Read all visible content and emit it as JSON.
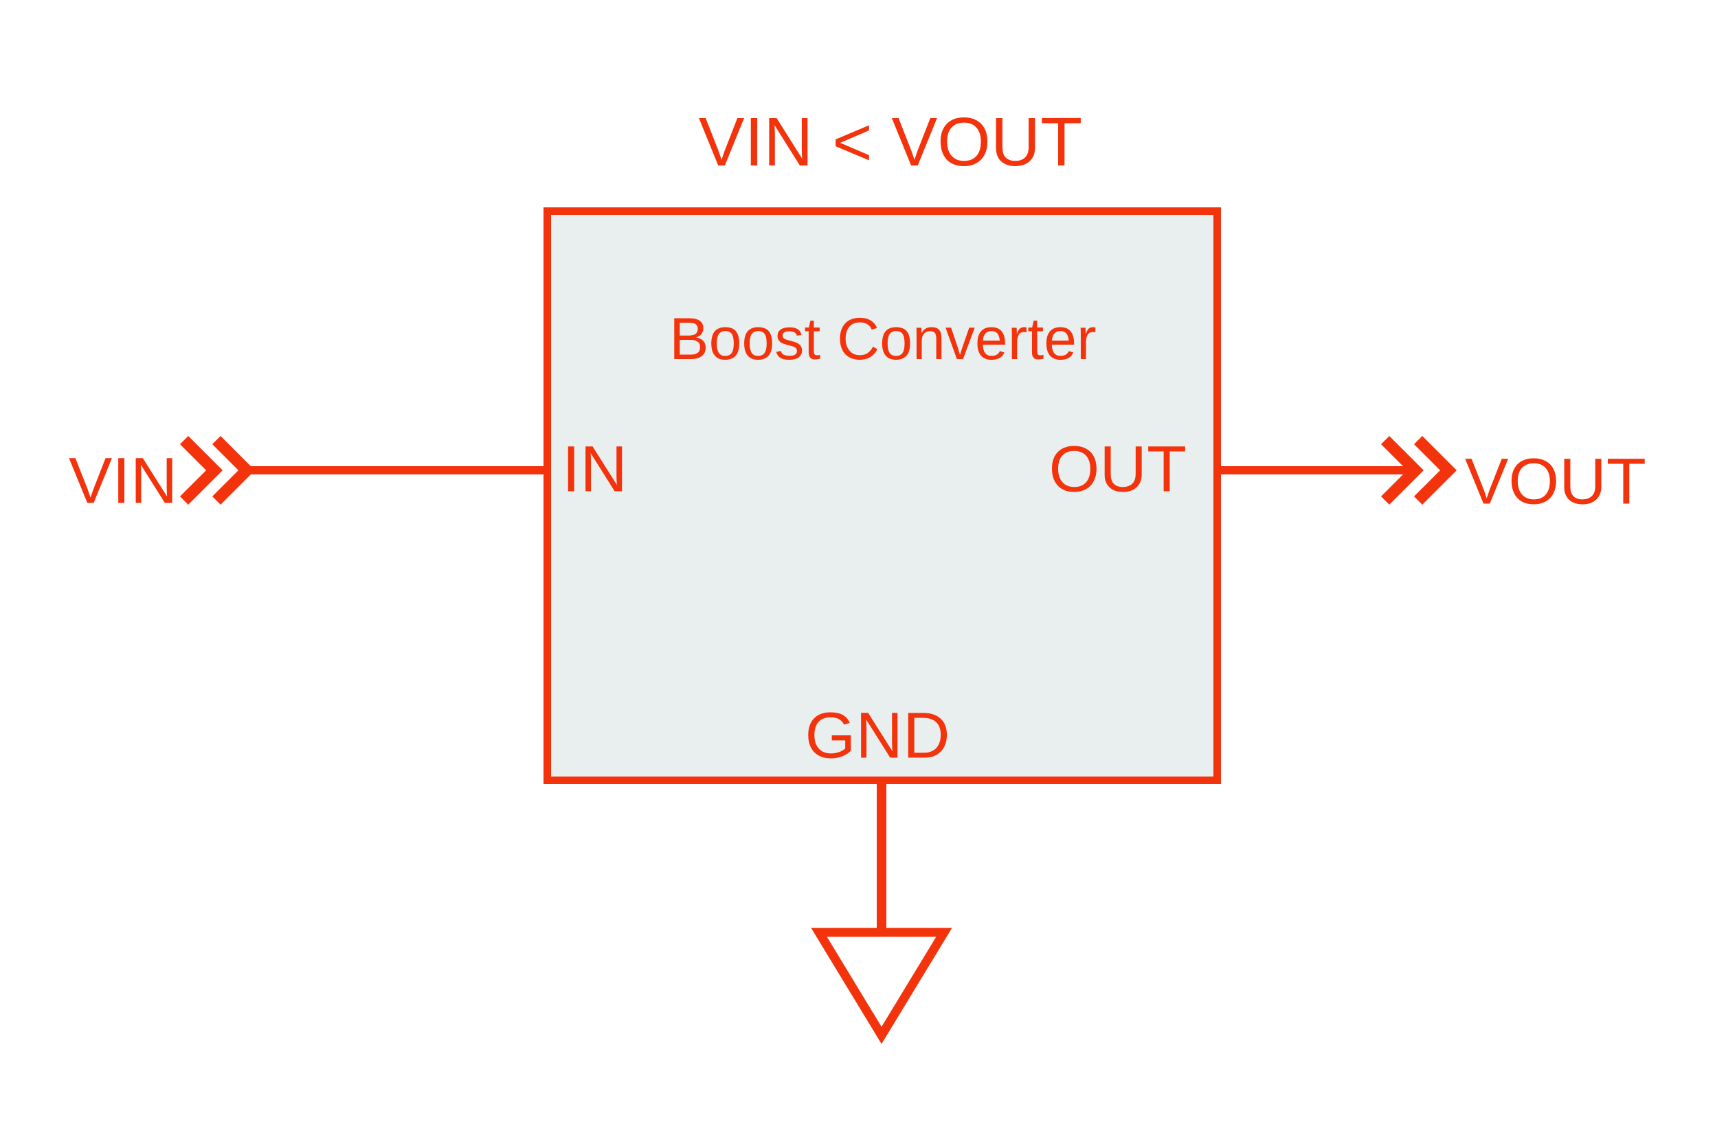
{
  "diagram": {
    "title": "VIN < VOUT",
    "block": {
      "title": "Boost Converter",
      "pin_in": "IN",
      "pin_out": "OUT",
      "pin_gnd": "GND"
    },
    "port_in": "VIN",
    "port_out": "VOUT",
    "icons": {
      "input_port": "double-chevron-right-icon",
      "output_port": "double-chevron-right-icon",
      "ground": "ground-triangle-icon"
    },
    "colors": {
      "accent": "#F3330C",
      "block_fill": "#E9EEEE",
      "background": "#FFFFFF"
    }
  }
}
